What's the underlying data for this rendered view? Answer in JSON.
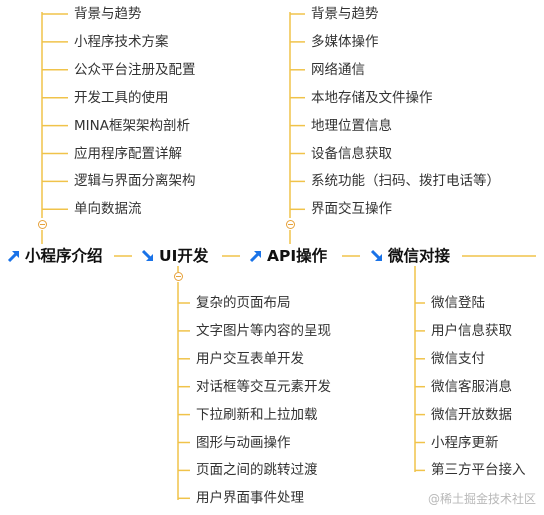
{
  "main_nodes": [
    {
      "label": "小程序介绍",
      "icon": "arrow-icon"
    },
    {
      "label": "UI开发",
      "icon": "arrow-icon"
    },
    {
      "label": "API操作",
      "icon": "arrow-icon"
    },
    {
      "label": "微信对接",
      "icon": "arrow-icon"
    }
  ],
  "branches": {
    "intro": [
      "背景与趋势",
      "小程序技术方案",
      "公众平台注册及配置",
      "开发工具的使用",
      "MINA框架架构剖析",
      "应用程序配置详解",
      "逻辑与界面分离架构",
      "单向数据流"
    ],
    "ui": [
      "复杂的页面布局",
      "文字图片等内容的呈现",
      "用户交互表单开发",
      "对话框等交互元素开发",
      "下拉刷新和上拉加载",
      "图形与动画操作",
      "页面之间的跳转过渡",
      "用户界面事件处理"
    ],
    "api": [
      "背景与趋势",
      "多媒体操作",
      "网络通信",
      "本地存储及文件操作",
      "地理位置信息",
      "设备信息获取",
      "系统功能（扫码、拨打电话等）",
      "界面交互操作"
    ],
    "wechat": [
      "微信登陆",
      "用户信息获取",
      "微信支付",
      "微信客服消息",
      "微信开放数据",
      "小程序更新",
      "第三方平台接入"
    ]
  },
  "watermark": "@稀土掘金技术社区",
  "colors": {
    "branch_line": "#f0c34a",
    "arrow": "#1a73e8",
    "toggle": "#e6a23c"
  }
}
